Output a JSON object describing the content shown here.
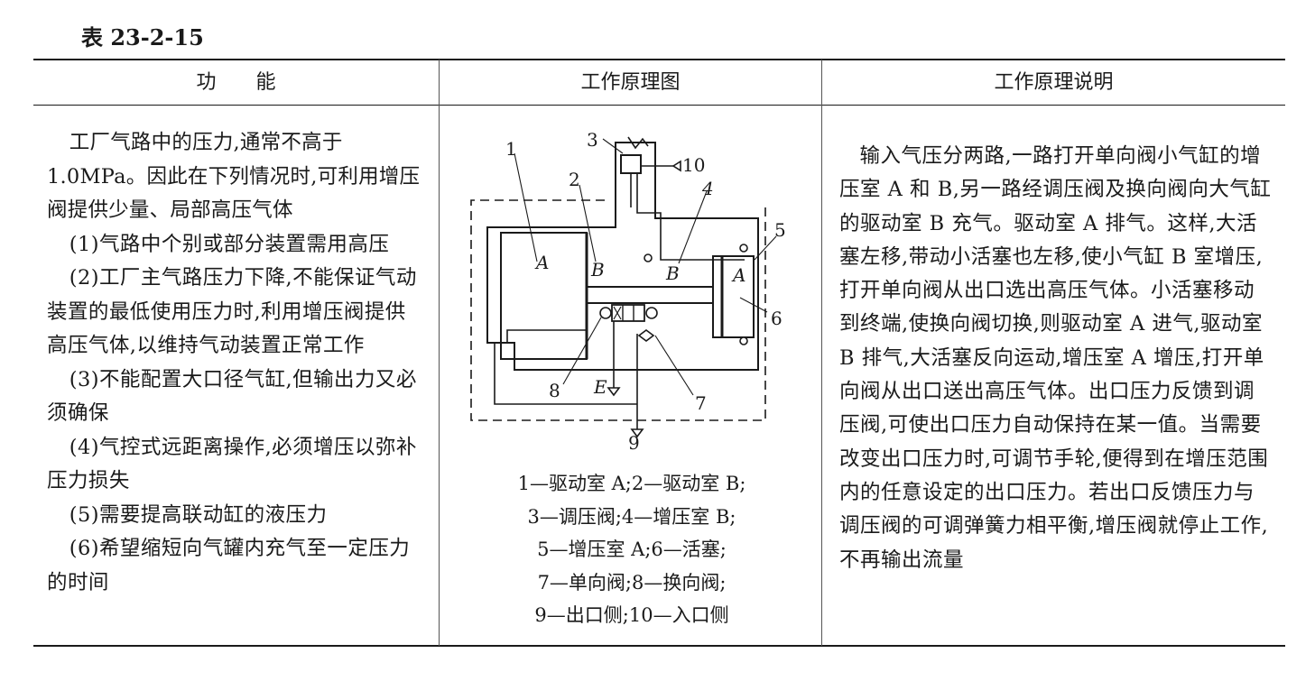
{
  "caption": "表 23-2-15",
  "headers": {
    "function": "功　　能",
    "diagram": "工作原理图",
    "explanation": "工作原理说明"
  },
  "function_text": {
    "intro": "工厂气路中的压力,通常不高于1.0MPa。因此在下列情况时,可利用增压阀提供少量、局部高压气体",
    "items": [
      "(1)气路中个别或部分装置需用高压",
      "(2)工厂主气路压力下降,不能保证气动装置的最低使用压力时,利用增压阀提供高压气体,以维持气动装置正常工作",
      "(3)不能配置大口径气缸,但输出力又必须确保",
      "(4)气控式远距离操作,必须增压以弥补压力损失",
      "(5)需要提高联动缸的液压力",
      "(6)希望缩短向气罐内充气至一定压力的时间"
    ]
  },
  "diagram": {
    "labels": {
      "n1": "1",
      "n2": "2",
      "n3": "3",
      "n4": "4",
      "n5": "5",
      "n6": "6",
      "n7": "7",
      "n8": "8",
      "n9": "9",
      "n10": "10",
      "A_left": "A",
      "B_left": "B",
      "B_right": "B",
      "A_right": "A",
      "E": "E"
    },
    "legend": [
      "1—驱动室 A;2—驱动室 B;",
      "3—调压阀;4—增压室 B;",
      "5—增压室 A;6—活塞;",
      "7—单向阀;8—换向阀;",
      "9—出口侧;10—入口侧"
    ]
  },
  "explanation_text": "输入气压分两路,一路打开单向阀小气缸的增压室 A 和 B,另一路经调压阀及换向阀向大气缸的驱动室 B 充气。驱动室 A 排气。这样,大活塞左移,带动小活塞也左移,使小气缸 B 室增压,打开单向阀从出口选出高压气体。小活塞移动到终端,使换向阀切换,则驱动室 A 进气,驱动室 B 排气,大活塞反向运动,增压室 A 增压,打开单向阀从出口送出高压气体。出口压力反馈到调压阀,可使出口压力自动保持在某一值。当需要改变出口压力时,可调节手轮,便得到在增压范围内的任意设定的出口压力。若出口反馈压力与调压阀的可调弹簧力相平衡,增压阀就停止工作,不再输出流量"
}
